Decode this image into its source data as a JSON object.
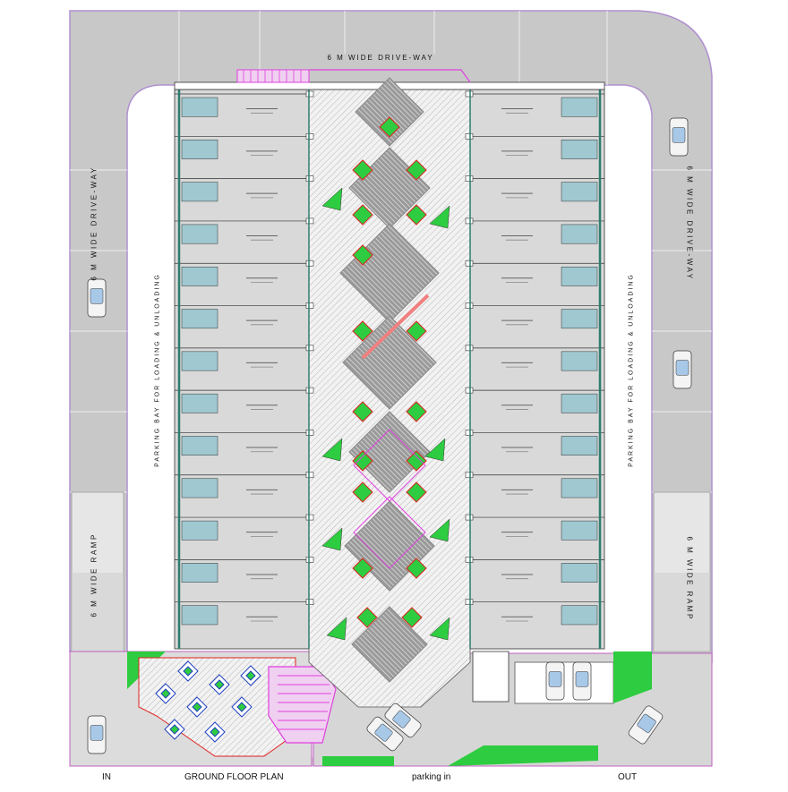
{
  "labels": {
    "drive_way_top": "6 M WIDE DRIVE-WAY",
    "drive_way_left": "6 M WIDE DRIVE-WAY",
    "drive_way_right": "6 M WIDE DRIVE-WAY",
    "ramp_left": "6 M WIDE RAMP",
    "ramp_right": "6 M WIDE RAMP",
    "bay_left": "PARKING BAY FOR LOADING & UNLOADING",
    "bay_right": "PARKING BAY FOR LOADING & UNLOADING",
    "entry": "IN",
    "title": "GROUND FLOOR PLAN",
    "parking_in": "parking in",
    "exit": "OUT"
  },
  "shop_rows": 13,
  "colors": {
    "road": "#c8c8c8",
    "road_edge": "#a080c0",
    "shop": "#d9d9d9",
    "line": "#333333",
    "wall": "#2e7d6f",
    "green": "#2ecc40",
    "red": "#e02020",
    "magenta": "#e040e0",
    "toilet": "#9fc8d0"
  }
}
